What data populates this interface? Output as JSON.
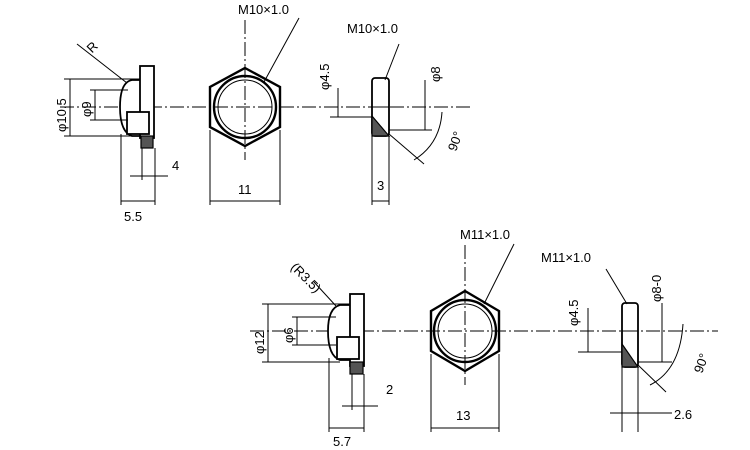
{
  "top_row": {
    "side_view": {
      "radius_label": "R",
      "outer_dia_label": "φ10.5",
      "inner_dia_label": "φ9",
      "small_dim_label": "4",
      "width_label": "5.5"
    },
    "hex_view": {
      "thread_label": "M10×1.0",
      "across_flats_label": "11"
    },
    "lock_view": {
      "thread_label": "M10×1.0",
      "inner_dia_label": "φ4.5",
      "outer_dia_label": "φ8",
      "angle_label": "90°",
      "thickness_label": "3"
    }
  },
  "bottom_row": {
    "side_view": {
      "radius_label": "(R3.5)",
      "outer_dia_label": "φ12",
      "inner_dia_label": "φ6",
      "small_dim_label": "2",
      "width_label": "5.7"
    },
    "hex_view": {
      "thread_label": "M11×1.0",
      "across_flats_label": "13"
    },
    "lock_view": {
      "thread_label": "M11×1.0",
      "inner_dia_label": "φ4.5",
      "outer_dia_label": "φ8-0",
      "angle_label": "90°",
      "thickness_label": "2.6"
    }
  }
}
